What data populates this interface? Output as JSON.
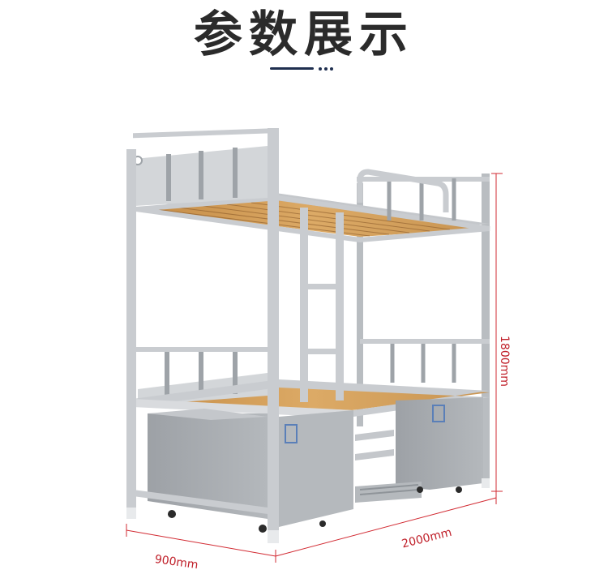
{
  "header": {
    "title": "参数展示"
  },
  "dimensions": {
    "height": "1800mm",
    "length": "2000mm",
    "width": "900mm"
  },
  "colors": {
    "frame": "#c9ccd0",
    "frame_dark": "#9ea3a8",
    "wood": "#d19a52",
    "cabinet": "#a6aaae",
    "dimension_line": "#d22b33",
    "accent": "#1f2f4f"
  }
}
